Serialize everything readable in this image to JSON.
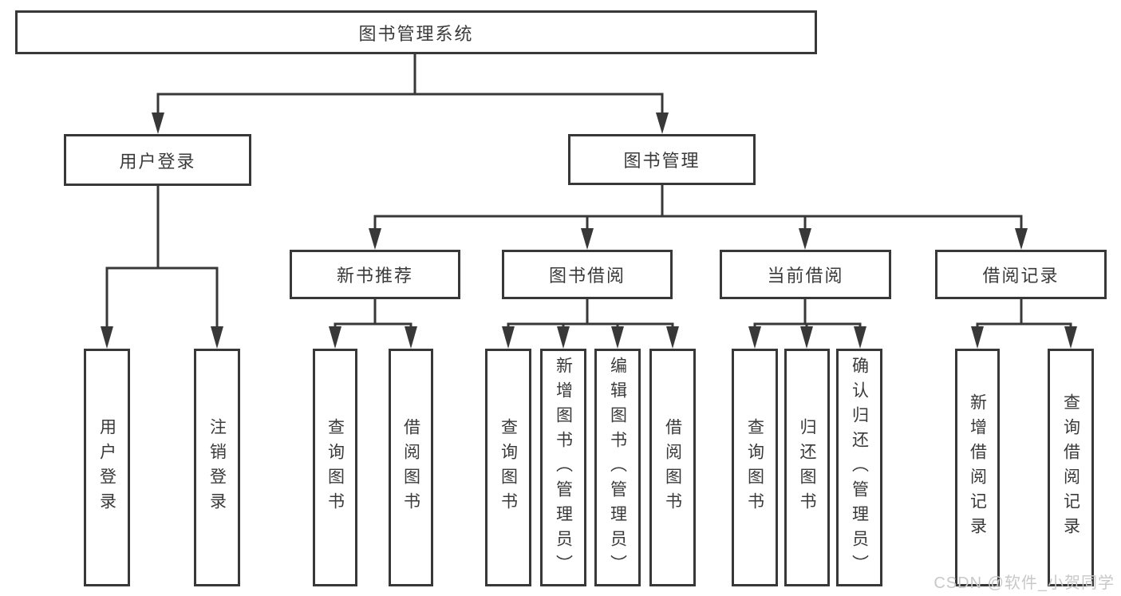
{
  "diagram": {
    "root": "图书管理系统",
    "user_login": {
      "label": "用户登录",
      "children": [
        "用户登录",
        "注销登录"
      ]
    },
    "book_mgmt": {
      "label": "图书管理",
      "sections": [
        {
          "label": "新书推荐",
          "children": [
            "查询图书",
            "借阅图书"
          ]
        },
        {
          "label": "图书借阅",
          "children": [
            "查询图书",
            "新增图书（管理员）",
            "编辑图书（管理员）",
            "借阅图书"
          ]
        },
        {
          "label": "当前借阅",
          "children": [
            "查询图书",
            "归还图书",
            "确认归还（管理员）"
          ]
        },
        {
          "label": "借阅记录",
          "children": [
            "新增借阅记录",
            "查询借阅记录"
          ]
        }
      ]
    }
  },
  "watermark": "CSDN @软件_小贺同学"
}
